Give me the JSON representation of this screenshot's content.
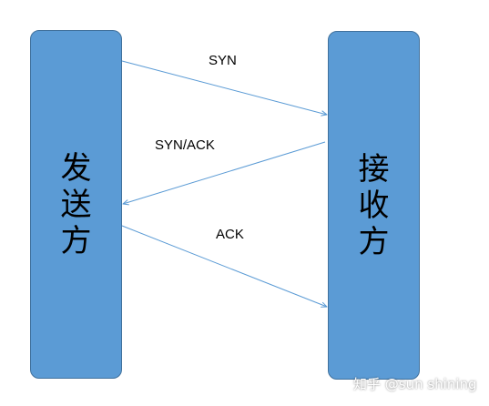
{
  "diagram": {
    "sender_label": [
      "发",
      "送",
      "方"
    ],
    "receiver_label": [
      "接",
      "收",
      "方"
    ],
    "messages": [
      {
        "label": "SYN",
        "direction": "sender-to-receiver"
      },
      {
        "label": "SYN/ACK",
        "direction": "receiver-to-sender"
      },
      {
        "label": "ACK",
        "direction": "sender-to-receiver"
      }
    ],
    "watermark": "知乎 @sun shining"
  },
  "colors": {
    "bar_fill": "#5b9bd5",
    "bar_border": "#41719c",
    "arrow": "#5b9bd5"
  }
}
